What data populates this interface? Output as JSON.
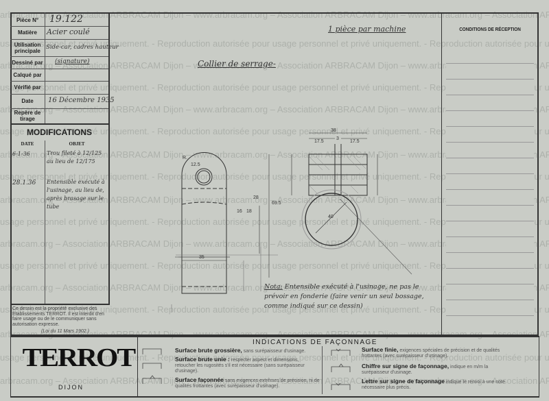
{
  "watermark": {
    "line_a": "arbracam.org – Association ARBRACAM Dijon – www.arbracam.org – Association ARBRACAM Dijon – www.arbracam.org – Association ARBRACAM Dijon",
    "line_b": "usage personnel et privé uniquement. - Reproduction autorisée pour usage personnel et privé uniquement. - Reproduction autorisée pour usage"
  },
  "title_block": [
    {
      "label": "Pièce N°",
      "value": "19.122"
    },
    {
      "label": "Matière",
      "value": "Acier coulé"
    },
    {
      "label": "Utilisation principale",
      "value": "Side-car, cadres hauteur"
    },
    {
      "label": "Dessiné par",
      "value": "(signature)"
    },
    {
      "label": "Calqué par",
      "value": ""
    },
    {
      "label": "Vérifié par",
      "value": ""
    },
    {
      "label": "Date",
      "value": "16 Décembre 1935"
    },
    {
      "label": "Repère de tirage",
      "value": ""
    }
  ],
  "modifications": {
    "title": "MODIFICATIONS",
    "col_date": "DATE",
    "col_objet": "OBJET",
    "rows": [
      {
        "date": "6-1-36",
        "objet": "Trou fileté à 12/125 au lieu de 12/175"
      },
      {
        "date": "28.1.36",
        "objet": "Entensible exécuté à l'usinage, au lieu de, après brasage sur le tube"
      }
    ]
  },
  "header": {
    "quantity": "1 pièce par machine",
    "part_title": "Collier de serrage-",
    "conditions": "CONDITIONS DE RÉCEPTION"
  },
  "dimensions": {
    "width": "35",
    "r": "R.",
    "bore": "12.5",
    "h1": "16",
    "h2": "18",
    "h3": "28",
    "total": "69.5",
    "top_width": "38",
    "half_left": "17.5",
    "half_right": "17.5",
    "slot": "3",
    "diam": "40"
  },
  "note": {
    "label": "Nota:",
    "text": "Entensible exécuté à l'usinage, ne pas le prévoir en fonderie (faire venir un seul bossage, comme indiqué sur ce dessin)"
  },
  "legal": {
    "text": "Ce dessin est la propriété exclusive des Etablissements TERROT. Il est interdit d'en faire usage ou de le communiquer sans autorisation expresse.",
    "law": "(Loi du 11 Mars 1902.)"
  },
  "brand": {
    "logo": "TERROT",
    "city": "DIJON"
  },
  "indications": {
    "title": "INDICATIONS DE FAÇONNAGE",
    "items": [
      {
        "name": "Surface brute grossière,",
        "desc": "sans surépaisseur d'usinage."
      },
      {
        "name": "Surface brute unie :",
        "desc": "respecter aspect et dimensions, retoucher les rugosités s'il est nécessaire (sans surépaisseur d'usinage)."
      },
      {
        "name": "Surface façonnée",
        "desc": "sans exigences extrêmes de précision, ni de qualités frottantes (avec surépaisseur d'usinage)."
      },
      {
        "name": "Surface finie,",
        "desc": "exigences spéciales de précision et de qualités frottantes (avec surépaisseur d'usinage)."
      },
      {
        "name": "Chiffre sur signe de façonnage,",
        "desc": "indique en m/m la surépaisseur d'usinage."
      },
      {
        "name": "Lettre sur signe de façonnage",
        "desc": "indique le renvoi à une note nécessaire plus précis."
      }
    ]
  }
}
